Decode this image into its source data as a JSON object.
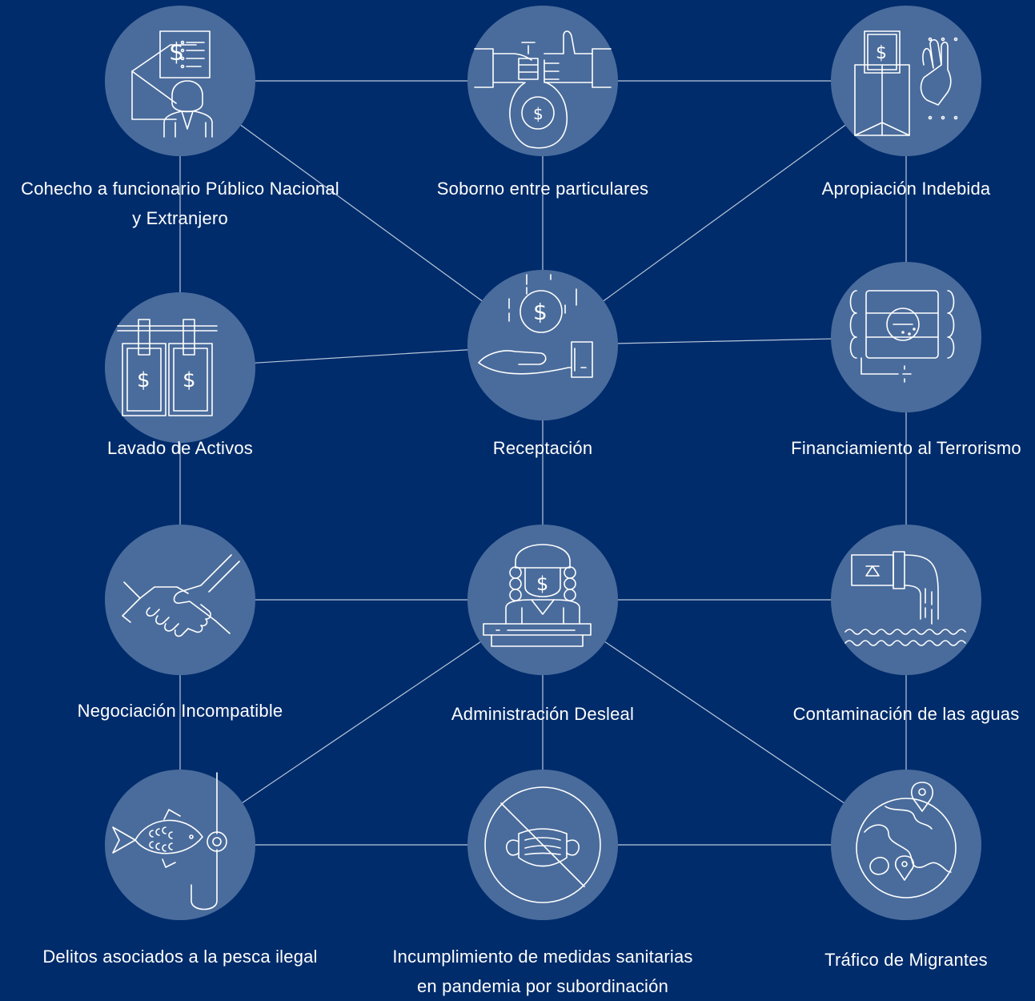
{
  "colors": {
    "background": "#002c6b",
    "node_fill": "#4a6c9c",
    "line": "#b9c7dc",
    "icon_stroke": "#ffffff",
    "text": "#ffffff"
  },
  "nodes": [
    {
      "id": "cohecho",
      "icon": "envelope-official-icon",
      "label_lines": [
        "Cohecho a funcionario Público Nacional",
        "y Extranjero"
      ]
    },
    {
      "id": "soborno",
      "icon": "bribe-handshake-icon",
      "label_lines": [
        "Soborno entre particulares"
      ]
    },
    {
      "id": "apropiacion",
      "icon": "envelope-cash-hand-icon",
      "label_lines": [
        "Apropiación Indebida"
      ]
    },
    {
      "id": "lavado",
      "icon": "hanging-bills-icon",
      "label_lines": [
        "Lavado de Activos"
      ]
    },
    {
      "id": "receptacion",
      "icon": "hand-coin-icon",
      "label_lines": [
        "Receptación"
      ]
    },
    {
      "id": "financiamiento",
      "icon": "dynamite-bomb-icon",
      "label_lines": [
        "Financiamiento al Terrorismo"
      ]
    },
    {
      "id": "negociacion",
      "icon": "handshake-icon",
      "label_lines": [
        "Negociación Incompatible"
      ]
    },
    {
      "id": "administracion",
      "icon": "judge-podium-icon",
      "label_lines": [
        "Administración Desleal"
      ]
    },
    {
      "id": "contaminacion",
      "icon": "pipe-water-icon",
      "label_lines": [
        "Contaminación de las aguas"
      ]
    },
    {
      "id": "pesca",
      "icon": "fish-hook-icon",
      "label_lines": [
        "Delitos asociados a la pesca ilegal"
      ]
    },
    {
      "id": "pandemia",
      "icon": "no-mask-icon",
      "label_lines": [
        "Incumplimiento de medidas sanitarias",
        "en pandemia por subordinación"
      ]
    },
    {
      "id": "trafico",
      "icon": "globe-pins-icon",
      "label_lines": [
        "Tráfico de Migrantes"
      ]
    }
  ],
  "edges": [
    [
      "cohecho",
      "soborno"
    ],
    [
      "soborno",
      "apropiacion"
    ],
    [
      "cohecho",
      "receptacion"
    ],
    [
      "soborno",
      "receptacion"
    ],
    [
      "apropiacion",
      "receptacion"
    ],
    [
      "cohecho",
      "lavado"
    ],
    [
      "apropiacion",
      "financiamiento"
    ],
    [
      "lavado",
      "receptacion"
    ],
    [
      "receptacion",
      "financiamiento"
    ],
    [
      "lavado",
      "negociacion"
    ],
    [
      "receptacion",
      "administracion"
    ],
    [
      "financiamiento",
      "contaminacion"
    ],
    [
      "negociacion",
      "administracion"
    ],
    [
      "administracion",
      "contaminacion"
    ],
    [
      "negociacion",
      "pesca"
    ],
    [
      "administracion",
      "pandemia"
    ],
    [
      "contaminacion",
      "trafico"
    ],
    [
      "administracion",
      "pesca"
    ],
    [
      "administracion",
      "trafico"
    ],
    [
      "pesca",
      "pandemia"
    ],
    [
      "pandemia",
      "trafico"
    ]
  ]
}
